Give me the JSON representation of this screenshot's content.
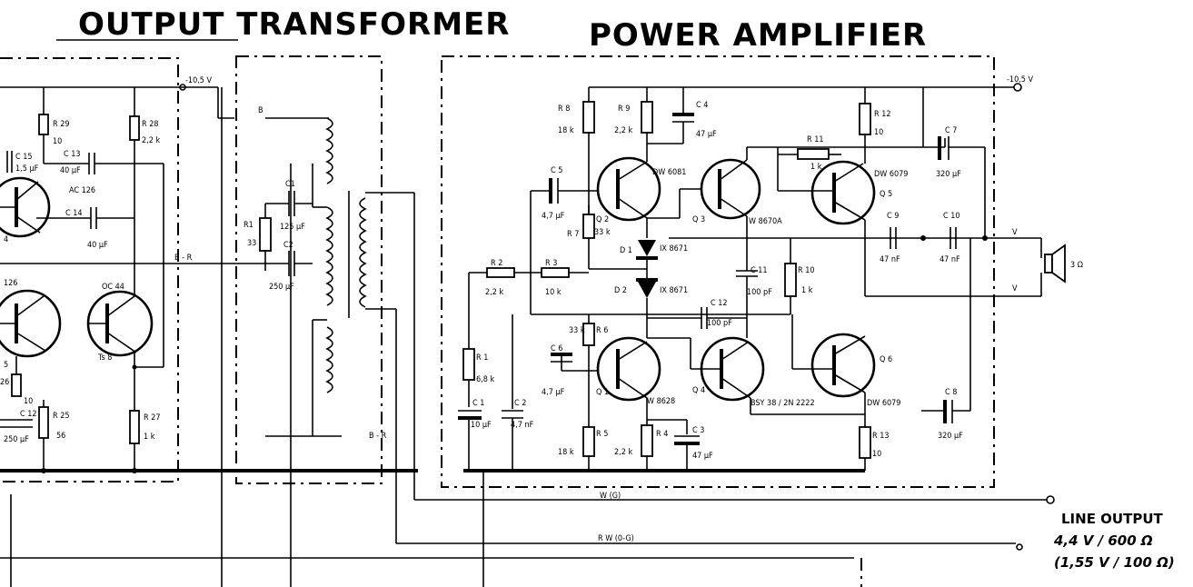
{
  "titles": {
    "output_transformer": "OUTPUT TRANSFORMER",
    "power_amplifier": "POWER AMPLIFIER"
  },
  "supply": {
    "left": "-10,5 V",
    "right": "-10,5 V"
  },
  "left_section": {
    "components": [
      {
        "ref": "R 29",
        "val": "10"
      },
      {
        "ref": "R 28",
        "val": "2,2 k"
      },
      {
        "ref": "C 15",
        "val": "1,5 µF"
      },
      {
        "ref": "C 13",
        "val": "40 µF"
      },
      {
        "ref": "C 14",
        "val": "40 µF"
      },
      {
        "ref": "R 25",
        "val": "56"
      },
      {
        "ref": "R 27",
        "val": "1 k"
      },
      {
        "ref": "C 12",
        "val": "250 µF"
      }
    ],
    "transistors": [
      {
        "ref": "AC 126",
        "label": "4"
      },
      {
        "ref": "126",
        "label": "5"
      },
      {
        "ref": "OC 44",
        "label": "Ts 8"
      }
    ],
    "misc": [
      "10",
      "26",
      "Ts 8"
    ]
  },
  "transformer": {
    "winding": "B",
    "r1": {
      "ref": "R1",
      "val": "33"
    },
    "c1": {
      "ref": "C1",
      "val": "125 µF"
    },
    "c2": {
      "ref": "C2",
      "val": "250 µF"
    },
    "net_br": "B - R"
  },
  "amplifier": {
    "resistors": [
      {
        "ref": "R 8",
        "val": "18 k"
      },
      {
        "ref": "R 9",
        "val": "2,2 k"
      },
      {
        "ref": "R 12",
        "val": "10"
      },
      {
        "ref": "R 11",
        "val": "1 k"
      },
      {
        "ref": "R 7",
        "val": "33 k"
      },
      {
        "ref": "R 10",
        "val": "1 k"
      },
      {
        "ref": "R 2",
        "val": "2,2 k"
      },
      {
        "ref": "R 3",
        "val": "10 k"
      },
      {
        "ref": "R 1",
        "val": "6,8 k"
      },
      {
        "ref": "R 6",
        "val": "33 k"
      },
      {
        "ref": "R 5",
        "val": "18 k"
      },
      {
        "ref": "R 4",
        "val": "2,2 k"
      },
      {
        "ref": "R 13",
        "val": "10"
      }
    ],
    "capacitors": [
      {
        "ref": "C 4",
        "val": "47 µF"
      },
      {
        "ref": "C 5",
        "val": "4,7 µF"
      },
      {
        "ref": "C 7",
        "val": "320 µF"
      },
      {
        "ref": "C 9",
        "val": "47 nF"
      },
      {
        "ref": "C 10",
        "val": "47 nF"
      },
      {
        "ref": "C 11",
        "val": "100 pF"
      },
      {
        "ref": "C 12",
        "val": "100 pF"
      },
      {
        "ref": "C 6",
        "val": "4,7 µF"
      },
      {
        "ref": "C 1",
        "val": "10 µF"
      },
      {
        "ref": "C 2",
        "val": "4,7 nF"
      },
      {
        "ref": "C 3",
        "val": "47 µF"
      },
      {
        "ref": "C 8",
        "val": "320 µF"
      }
    ],
    "transistors": [
      {
        "ref": "Q 2",
        "type": "DW 6081"
      },
      {
        "ref": "Q 3",
        "type": "W 8670A"
      },
      {
        "ref": "Q 5",
        "type": "DW 6079"
      },
      {
        "ref": "Q 1",
        "type": "W 8628"
      },
      {
        "ref": "Q 4",
        "type": "BSY 38 / 2N 2222"
      },
      {
        "ref": "Q 6",
        "type": "DW 6079"
      }
    ],
    "diodes": [
      {
        "ref": "D 1",
        "type": "IX 8671"
      },
      {
        "ref": "D 2",
        "type": "IX 8671"
      }
    ],
    "speaker": "3 Ω",
    "v_top": "V",
    "v_bot": "V"
  },
  "nets": {
    "w": "W (G)",
    "rw": "R W (0-G)",
    "br": "B - R"
  },
  "line_output": {
    "label": "LINE OUTPUT",
    "v1": "4,4 V / 600 Ω",
    "v2": "(1,55 V / 100 Ω)"
  }
}
